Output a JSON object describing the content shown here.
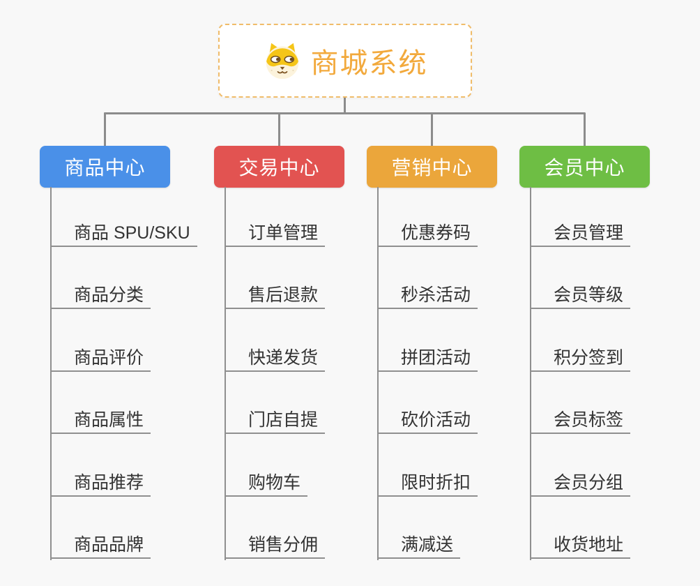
{
  "root": {
    "title": "商城系统",
    "icon": "shiba-dog-icon"
  },
  "branches": [
    {
      "label": "商品中心",
      "color": "#4A90E8",
      "items": [
        "商品 SPU/SKU",
        "商品分类",
        "商品评价",
        "商品属性",
        "商品推荐",
        "商品品牌"
      ]
    },
    {
      "label": "交易中心",
      "color": "#E25351",
      "items": [
        "订单管理",
        "售后退款",
        "快递发货",
        "门店自提",
        "购物车",
        "销售分佣"
      ]
    },
    {
      "label": "营销中心",
      "color": "#EBA63B",
      "items": [
        "优惠券码",
        "秒杀活动",
        "拼团活动",
        "砍价活动",
        "限时折扣",
        "满减送"
      ]
    },
    {
      "label": "会员中心",
      "color": "#6EBE44",
      "items": [
        "会员管理",
        "会员等级",
        "积分签到",
        "会员标签",
        "会员分组",
        "收货地址"
      ]
    }
  ],
  "colors": {
    "background": "#F8F8F8",
    "connector": "#8C8C8C",
    "leaf_line": "#8F8F8F",
    "leaf_text": "#333333",
    "root_title": "#F2A93C",
    "root_border": "#F0BC6A",
    "node_text": "#FFFFFF"
  }
}
